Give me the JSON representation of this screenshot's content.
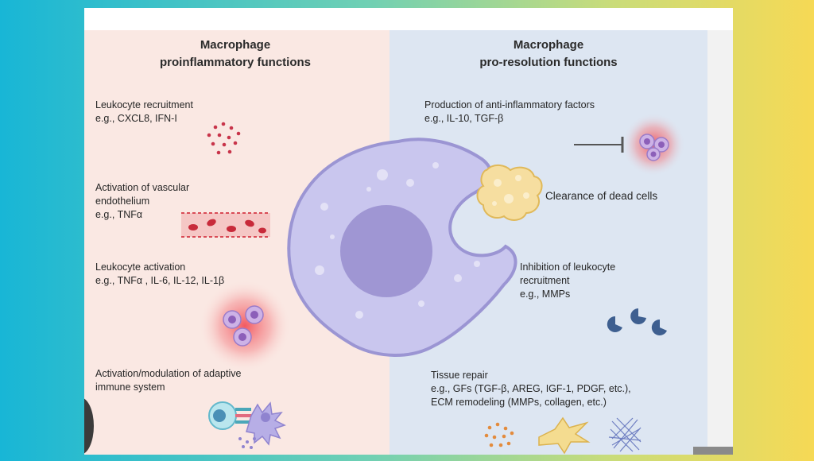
{
  "left_panel": {
    "title_line1": "Macrophage",
    "title_line2": "proinflammatory functions",
    "items": [
      {
        "line1": "Leukocyte recruitment",
        "line2": "e.g., CXCL8, IFN-I"
      },
      {
        "line1": "Activation of vascular",
        "line2": "endothelium",
        "line3": "e.g., TNFα"
      },
      {
        "line1": "Leukocyte activation",
        "line2": "e.g., TNFα , IL-6, IL-12, IL-1β"
      },
      {
        "line1": "Activation/modulation of adaptive",
        "line2": "immune system"
      }
    ]
  },
  "right_panel": {
    "title_line1": "Macrophage",
    "title_line2": "pro-resolution functions",
    "items": [
      {
        "line1": "Production of anti-inflammatory factors",
        "line2": "e.g., IL-10, TGF-β"
      },
      {
        "line1": "Clearance of dead cells"
      },
      {
        "line1": "Inhibition of leukocyte",
        "line2": "recruitment",
        "line3": "e.g., MMPs"
      },
      {
        "line1": "Tissue repair",
        "line2": "e.g., GFs (TGF-β, AREG, IGF-1, PDGF, etc.),",
        "line3": "ECM remodeling (MMPs, collagen, etc.)"
      }
    ]
  },
  "colors": {
    "left_bg": "#fae8e3",
    "right_bg": "#dde6f2",
    "macrophage": "#c9c6ee",
    "nucleus": "#9f96d3",
    "inflammation_red": "#e23a44"
  }
}
